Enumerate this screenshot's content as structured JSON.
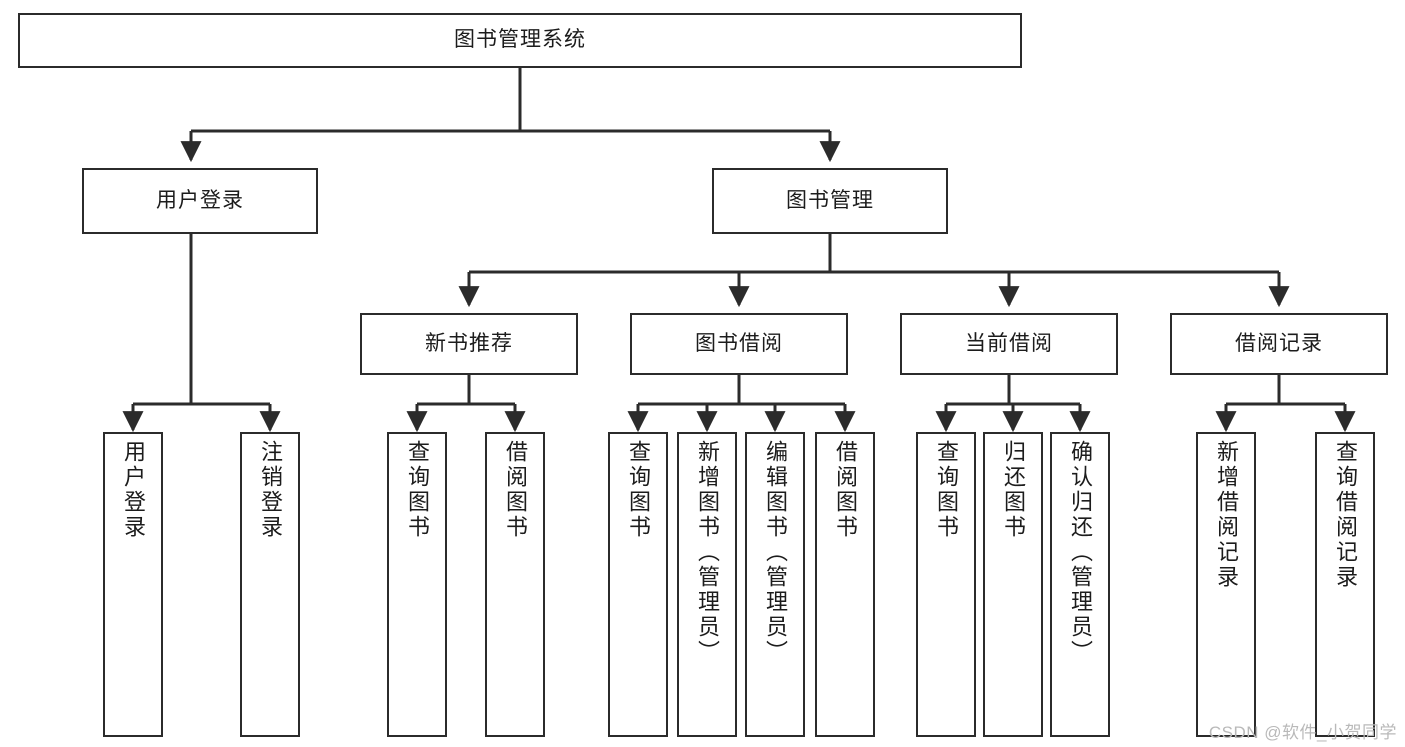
{
  "diagram": {
    "title": "图书管理系统",
    "type": "tree-hierarchy-chart",
    "watermark": "CSDN @软件_小贺同学",
    "colors": {
      "stroke": "#2b2b2b",
      "fill": "#ffffff",
      "text": "#1c1c1c",
      "watermark": "#b9b9b9"
    },
    "levels": {
      "root": "图书管理系统",
      "level2": [
        "用户登录",
        "图书管理"
      ],
      "level3": [
        "新书推荐",
        "图书借阅",
        "当前借阅",
        "借阅记录"
      ],
      "leaves": [
        "用户登录",
        "注销登录",
        "查询图书",
        "借阅图书",
        "查询图书",
        "新增图书（管理员）",
        "编辑图书（管理员）",
        "借阅图书",
        "查询图书",
        "归还图书",
        "确认归还（管理员）",
        "新增借阅记录",
        "查询借阅记录"
      ]
    },
    "nodes": {
      "root": {
        "label": "图书管理系统"
      },
      "user_login": {
        "label": "用户登录"
      },
      "book_manage": {
        "label": "图书管理"
      },
      "new_book_rec": {
        "label": "新书推荐"
      },
      "book_borrow": {
        "label": "图书借阅"
      },
      "current_borrow": {
        "label": "当前借阅"
      },
      "borrow_record": {
        "label": "借阅记录"
      },
      "leaf_user_login": {
        "label": "用户登录"
      },
      "leaf_logout": {
        "label": "注销登录"
      },
      "leaf_query_book_1": {
        "label": "查询图书"
      },
      "leaf_borrow_book_1": {
        "label": "借阅图书"
      },
      "leaf_query_book_2": {
        "label": "查询图书"
      },
      "leaf_add_book": {
        "label": "新增图书（管理员）"
      },
      "leaf_edit_book": {
        "label": "编辑图书（管理员）"
      },
      "leaf_borrow_book_2": {
        "label": "借阅图书"
      },
      "leaf_query_book_3": {
        "label": "查询图书"
      },
      "leaf_return_book": {
        "label": "归还图书"
      },
      "leaf_confirm_return": {
        "label": "确认归还（管理员）"
      },
      "leaf_add_record": {
        "label": "新增借阅记录"
      },
      "leaf_query_record": {
        "label": "查询借阅记录"
      }
    }
  }
}
